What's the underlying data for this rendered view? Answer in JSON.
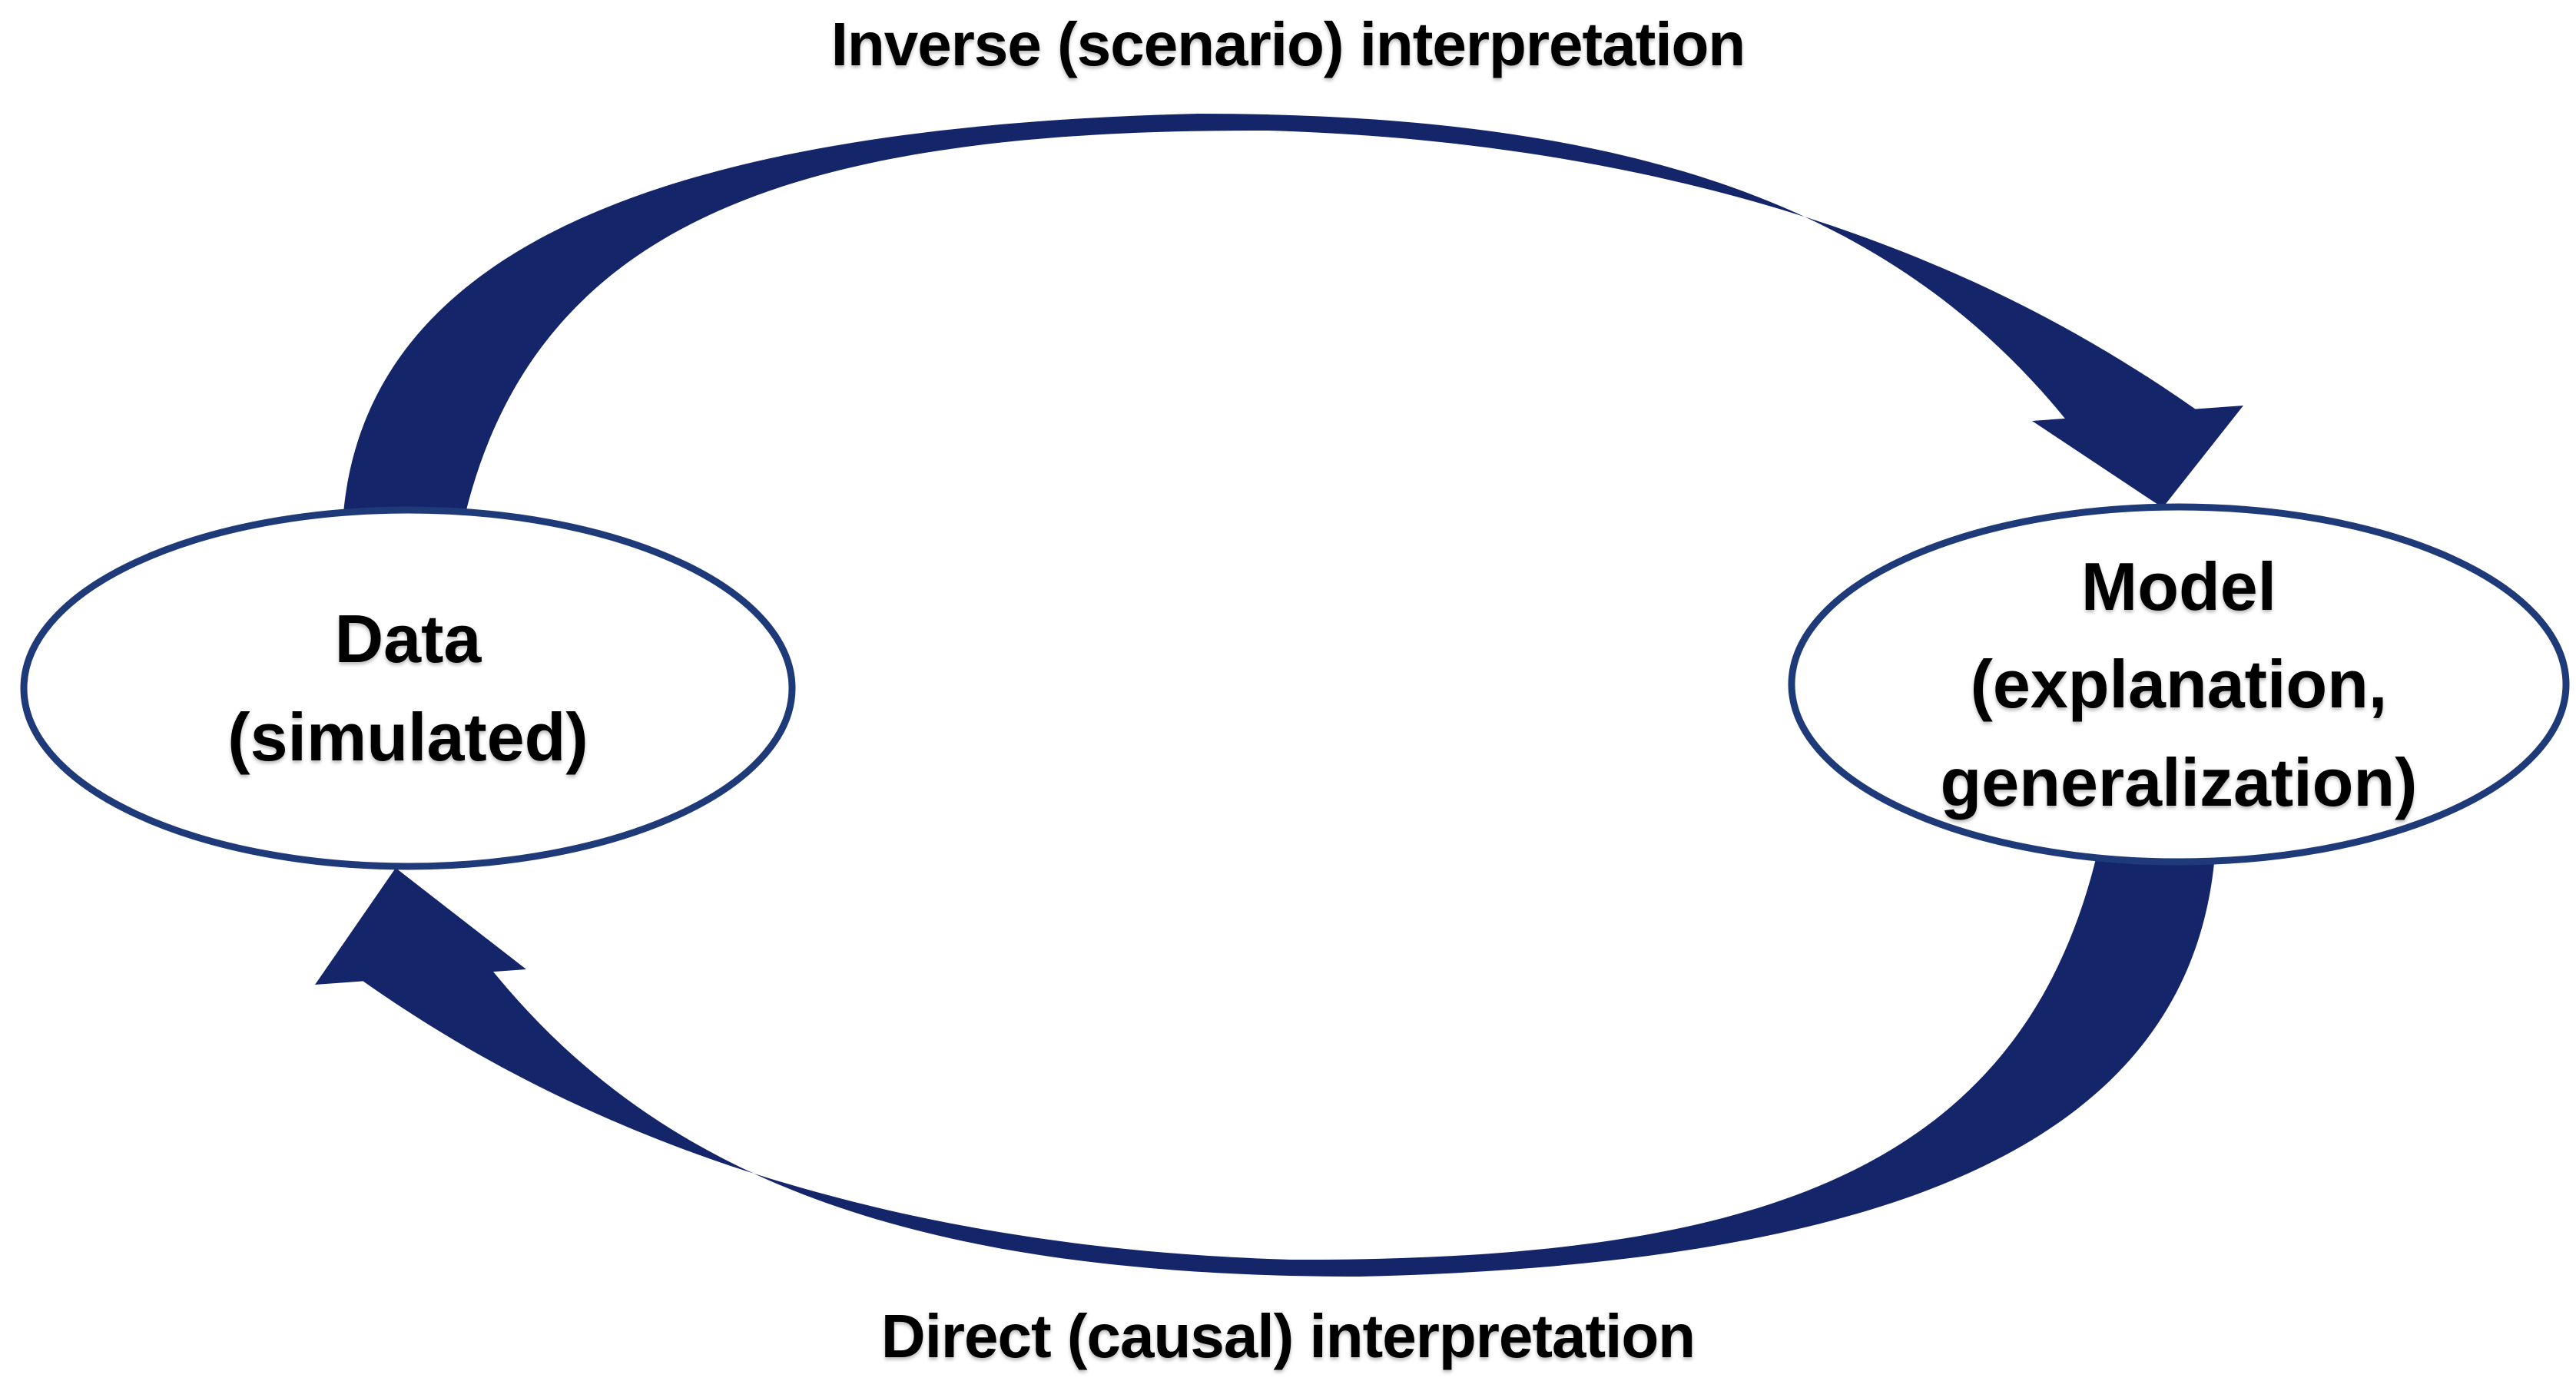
{
  "diagram": {
    "nodes": {
      "data": {
        "label": "Data\n(simulated)"
      },
      "model": {
        "label": "Model\n(explanation,\ngeneralization)"
      }
    },
    "arrows": {
      "inverse_top": {
        "label": "Inverse (scenario) interpretation"
      },
      "direct_bottom": {
        "label": "Direct (causal) interpretation"
      }
    },
    "colors": {
      "arrow": "#14256A",
      "node_border": "#1E3A78",
      "node_fill": "#FFFFFF",
      "text": "#000000",
      "background": "#FFFFFF"
    }
  }
}
